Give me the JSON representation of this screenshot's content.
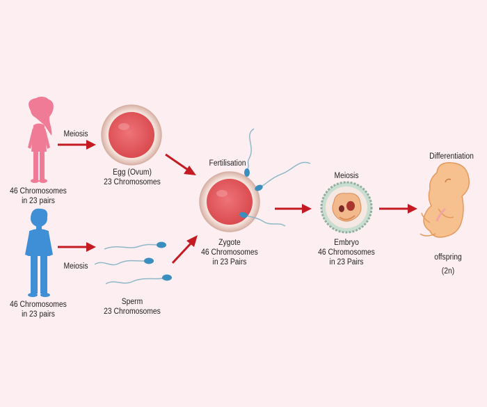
{
  "colors": {
    "background": "#fdeef2",
    "arrow": "#c41a22",
    "female": "#f07b96",
    "male": "#3f8fd6",
    "cell_fill": "#e25a5e",
    "cell_ring": "#f2d6cc",
    "embryo_ring": "#9dbfad",
    "fetus": "#f6c08f",
    "sperm_head": "#3a8fbf"
  },
  "female": {
    "icon": "girl-silhouette-icon",
    "lines": [
      "46 Chromosomes",
      "in 23 pairs"
    ]
  },
  "male": {
    "icon": "boy-silhouette-icon",
    "lines": [
      "46 Chromosomes",
      "in 23 pairs"
    ]
  },
  "meiosis_female": "Meiosis",
  "meiosis_male": "Meiosis",
  "egg": {
    "lines": [
      "Egg (Ovum)",
      "23 Chromosomes"
    ]
  },
  "sperm": {
    "lines": [
      "Sperm",
      "23 Chromosomes"
    ]
  },
  "fertilisation": "Fertilisation",
  "zygote": {
    "lines": [
      "Zygote",
      "46 Chromosomes",
      "in 23 Pairs"
    ]
  },
  "meiosis_embryo": "Meiosis",
  "embryo": {
    "lines": [
      "Embryo",
      "46 Chromosomes",
      "in 23 Pairs"
    ]
  },
  "differentiation": "Differentiation",
  "offspring": {
    "lines": [
      "offspring",
      "(2n)"
    ]
  }
}
